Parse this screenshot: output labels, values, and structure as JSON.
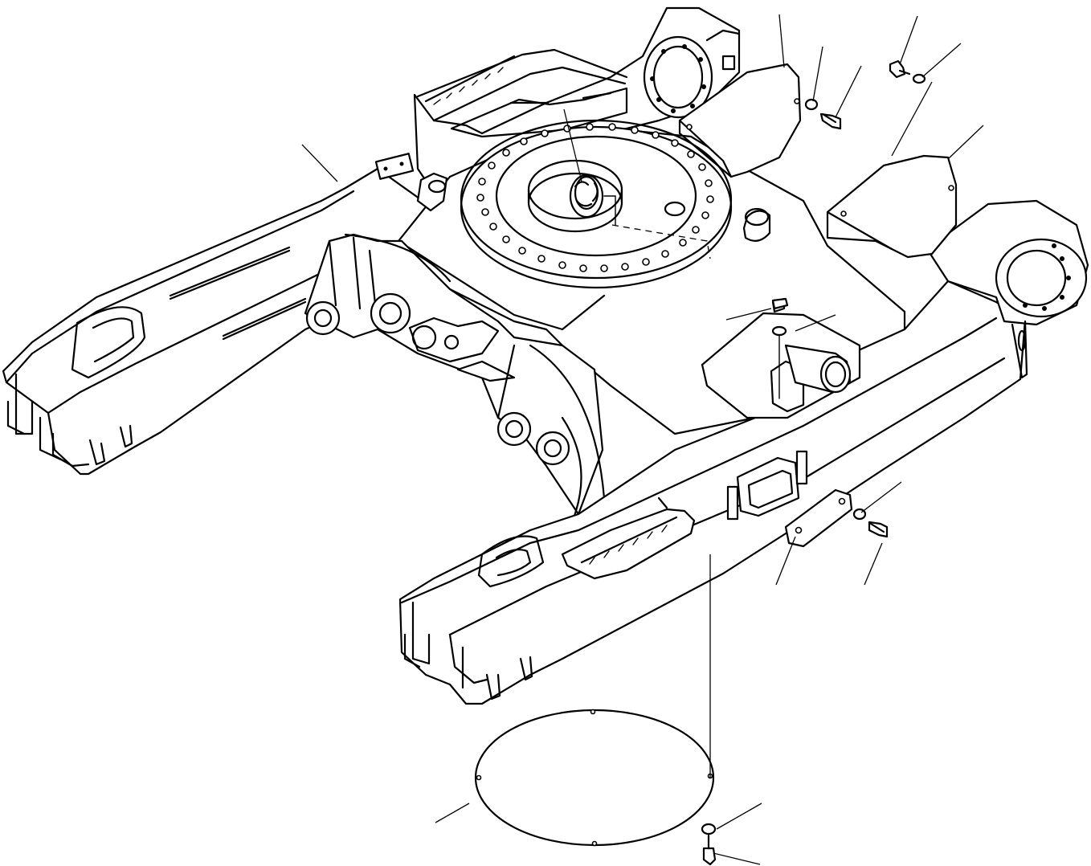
{
  "figure": {
    "description_visible_text": "",
    "parts": [
      "track-frame",
      "swing-circle-mount",
      "center-swivel-joint",
      "front-idler-housing",
      "sprocket-housing-left",
      "sprocket-housing-right",
      "cover-plate-left",
      "cover-plate-right",
      "access-cover",
      "grease-fitting-block",
      "round-bottom-cover",
      "bolts",
      "washers"
    ]
  },
  "colors": {
    "line": "#000000",
    "background": "#ffffff"
  }
}
